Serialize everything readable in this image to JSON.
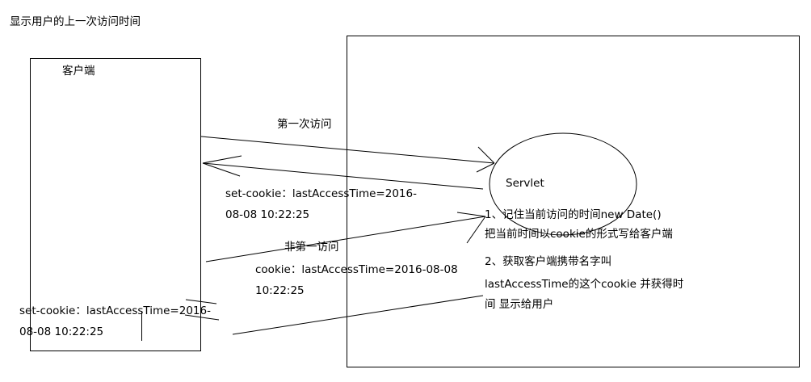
{
  "title": "显示用户的上一次访问时间",
  "client": {
    "label": "客户端"
  },
  "server": {
    "label": "Servlet"
  },
  "arrows": {
    "first_visit": "第一次访问",
    "set_cookie_1": [
      "set-cookie：lastAccessTime=2016-",
      "08-08 10:22:25"
    ],
    "not_first_visit": "非第一访问",
    "cookie": [
      "cookie：lastAccessTime=2016-08-08",
      "10:22:25"
    ],
    "set_cookie_2": [
      "set-cookie：lastAccessTime=2016-",
      "08-08 10:22:25"
    ]
  },
  "steps": {
    "step1": [
      "1、记住当前访问的时间new Date()",
      "把当前时间以cookie的形式写给客户端"
    ],
    "step2": [
      "2、获取客户端携带名字叫",
      "lastAccessTime的这个cookie 并获得时",
      "间 显示给用户"
    ]
  }
}
